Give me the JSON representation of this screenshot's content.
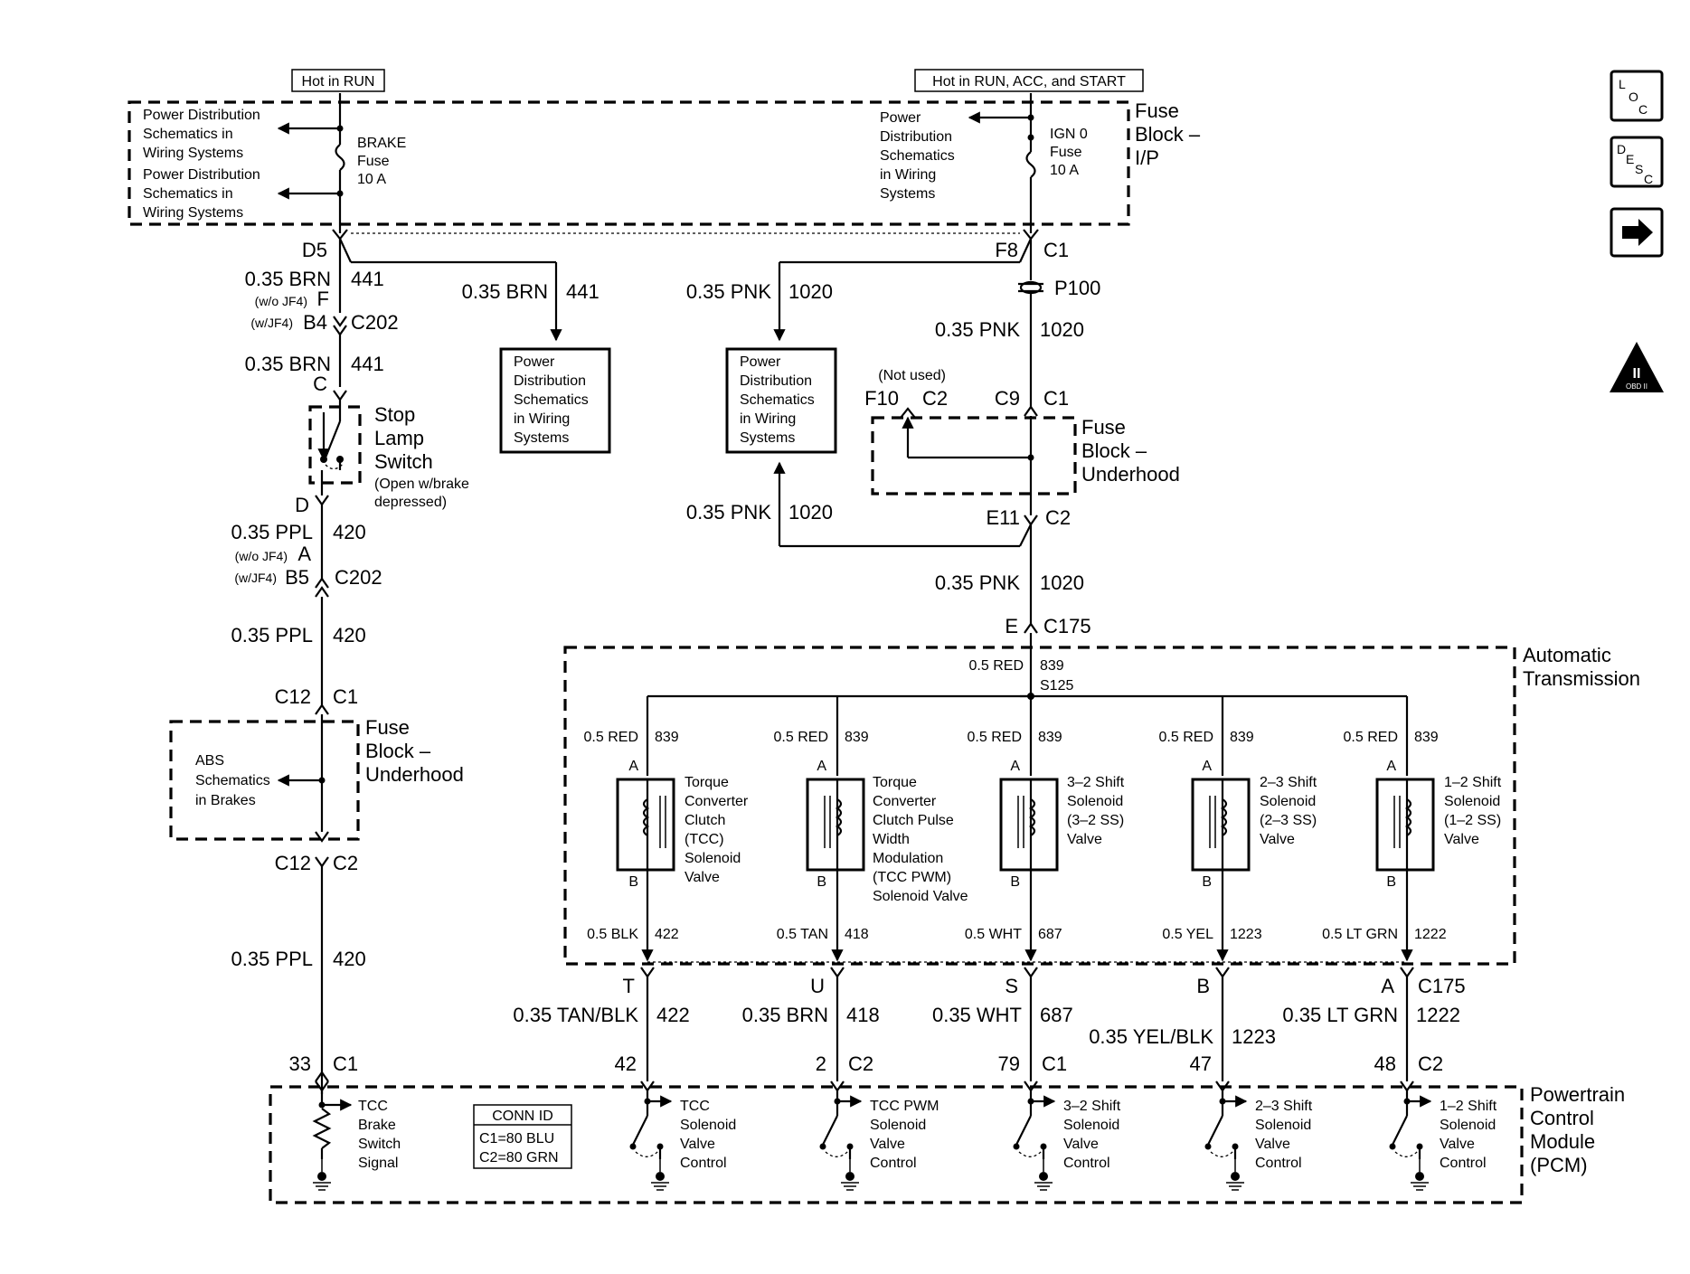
{
  "top_labels": {
    "hot_run": "Hot in RUN",
    "hot_all": "Hot in RUN, ACC, and START"
  },
  "fuse_block_ip": {
    "line1": "Fuse",
    "line2": "Block –",
    "line3": "I/P"
  },
  "pd_left_1": [
    "Power Distribution",
    "Schematics in",
    "Wiring Systems"
  ],
  "pd_left_2": [
    "Power Distribution",
    "Schematics in",
    "Wiring Systems"
  ],
  "brake_fuse": [
    "BRAKE",
    "Fuse",
    "10 A"
  ],
  "pd_right": [
    "Power",
    "Distribution",
    "Schematics",
    "in Wiring",
    "Systems"
  ],
  "ign_fuse": [
    "IGN 0",
    "Fuse",
    "10 A"
  ],
  "pd_box_1": [
    "Power",
    "Distribution",
    "Schematics",
    "in Wiring",
    "Systems"
  ],
  "pd_box_2": [
    "Power",
    "Distribution",
    "Schematics",
    "in Wiring",
    "Systems"
  ],
  "left_chain": {
    "d5": "D5",
    "w1_color": "0.35 BRN",
    "w1_num": "441",
    "wo_jf4_f": "(w/o JF4)",
    "f": "F",
    "w_jf4_b4": "(w/JF4)",
    "b4": "B4",
    "c202a": "C202",
    "w2_color": "0.35 BRN",
    "w2_num": "441",
    "c": "C",
    "stop_lamp": [
      "Stop",
      "Lamp",
      "Switch"
    ],
    "stop_note": [
      "(Open w/brake",
      "depressed)"
    ],
    "d": "D",
    "w3_color": "0.35 PPL",
    "w3_num": "420",
    "wo_jf4_a": "(w/o JF4)",
    "a": "A",
    "w_jf4_b5": "(w/JF4)",
    "b5": "B5",
    "c202b": "C202",
    "w4_color": "0.35 PPL",
    "w4_num": "420",
    "c12a": "C12",
    "c1a": "C1",
    "abs": [
      "ABS",
      "Schematics",
      "in Brakes"
    ],
    "fb_uh": [
      "Fuse",
      "Block –",
      "Underhood"
    ],
    "c12b": "C12",
    "c2b": "C2",
    "w5_color": "0.35 PPL",
    "w5_num": "420",
    "p33": "33",
    "c1b": "C1"
  },
  "middle_branch": {
    "w_color": "0.35 BRN",
    "w_num": "441"
  },
  "right_chain": {
    "f8": "F8",
    "c1": "C1",
    "w1_color": "0.35 PNK",
    "w1_num": "1020",
    "p100": "P100",
    "w2_color": "0.35 PNK",
    "w2_num": "1020",
    "not_used": "(Not used)",
    "f10": "F10",
    "c2a": "C2",
    "c9": "C9",
    "c1b": "C1",
    "fb_uh": [
      "Fuse",
      "Block –",
      "Underhood"
    ],
    "e11": "E11",
    "c2b": "C2",
    "w3_color": "0.35 PNK",
    "w3_num": "1020",
    "w4_color": "0.35 PNK",
    "w4_num": "1020",
    "e": "E",
    "c175": "C175"
  },
  "trans": {
    "title": [
      "Automatic",
      "Transmission"
    ],
    "feed_color": "0.5 RED",
    "feed_num": "839",
    "splice": "S125",
    "solenoids": [
      {
        "top_color": "0.5 RED",
        "top_num": "839",
        "pin_a": "A",
        "pin_b": "B",
        "label": [
          "Torque",
          "Converter",
          "Clutch",
          "(TCC)",
          "Solenoid",
          "Valve"
        ],
        "bot_color": "0.5 BLK",
        "bot_num": "422"
      },
      {
        "top_color": "0.5 RED",
        "top_num": "839",
        "pin_a": "A",
        "pin_b": "B",
        "label": [
          "Torque",
          "Converter",
          "Clutch Pulse",
          "Width",
          "Modulation",
          "(TCC PWM)",
          "Solenoid Valve"
        ],
        "bot_color": "0.5 TAN",
        "bot_num": "418"
      },
      {
        "top_color": "0.5 RED",
        "top_num": "839",
        "pin_a": "A",
        "pin_b": "B",
        "label": [
          "3–2 Shift",
          "Solenoid",
          "(3–2 SS)",
          "Valve"
        ],
        "bot_color": "0.5 WHT",
        "bot_num": "687"
      },
      {
        "top_color": "0.5 RED",
        "top_num": "839",
        "pin_a": "A",
        "pin_b": "B",
        "label": [
          "2–3 Shift",
          "Solenoid",
          "(2–3 SS)",
          "Valve"
        ],
        "bot_color": "0.5 YEL",
        "bot_num": "1223"
      },
      {
        "top_color": "0.5 RED",
        "top_num": "839",
        "pin_a": "A",
        "pin_b": "B",
        "label": [
          "1–2 Shift",
          "Solenoid",
          "(1–2 SS)",
          "Valve"
        ],
        "bot_color": "0.5 LT GRN",
        "bot_num": "1222"
      }
    ]
  },
  "c175_row": {
    "t": "T",
    "u": "U",
    "s": "S",
    "b": "B",
    "a": "A",
    "c175": "C175"
  },
  "harness": [
    {
      "color": "0.35 TAN/BLK",
      "num": "422"
    },
    {
      "color": "0.35 BRN",
      "num": "418"
    },
    {
      "color": "0.35 WHT",
      "num": "687"
    },
    {
      "color": "0.35 YEL/BLK",
      "num": "1223"
    },
    {
      "color": "0.35 LT GRN",
      "num": "1222"
    }
  ],
  "pcm_pins": {
    "p42": "42",
    "p2": "2",
    "c2a": "C2",
    "p79": "79",
    "c1": "C1",
    "p47": "47",
    "p48": "48",
    "c2b": "C2"
  },
  "pcm": {
    "title": [
      "Powertrain",
      "Control",
      "Module",
      "(PCM)"
    ],
    "brake_sig": [
      "TCC",
      "Brake",
      "Switch",
      "Signal"
    ],
    "conn_id": {
      "title": "CONN ID",
      "c1": "C1=80 BLU",
      "c2": "C2=80 GRN"
    },
    "controls": [
      [
        "TCC",
        "Solenoid",
        "Valve",
        "Control"
      ],
      [
        "TCC PWM",
        "Solenoid",
        "Valve",
        "Control"
      ],
      [
        "3–2 Shift",
        "Solenoid",
        "Valve",
        "Control"
      ],
      [
        "2–3 Shift",
        "Solenoid",
        "Valve",
        "Control"
      ],
      [
        "1–2 Shift",
        "Solenoid",
        "Valve",
        "Control"
      ]
    ]
  },
  "side_icons": {
    "loc": {
      "l": "L",
      "o": "O",
      "c": "C"
    },
    "desc": {
      "d": "D",
      "e": "E",
      "s": "S",
      "c": "C"
    },
    "obd": {
      "ii": "II",
      "label": "OBD II"
    }
  }
}
